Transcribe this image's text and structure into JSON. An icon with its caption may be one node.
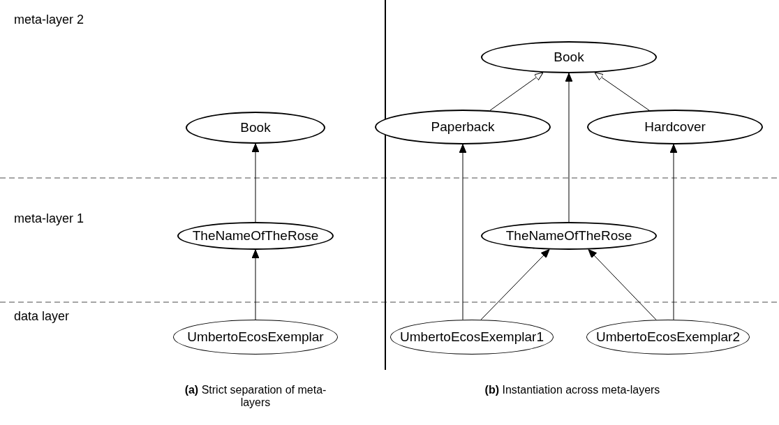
{
  "diagram": {
    "nodes": [
      {
        "text": [
          "Book"
        ]
      },
      {
        "text": [
          "TheNameOfTheRose"
        ]
      },
      {
        "text": [
          "UmbertoEcosExemplar"
        ]
      },
      {
        "text": [
          "Book"
        ]
      },
      {
        "text": [
          "Paperback"
        ]
      },
      {
        "text": [
          "Hardcover"
        ]
      },
      {
        "text": [
          "TheNameOfTheRose"
        ]
      },
      {
        "text": [
          "UmbertoEcosExemplar1"
        ]
      },
      {
        "text": [
          "UmbertoEcosExemplar2"
        ]
      }
    ],
    "edges": [
      {
        "from": 2,
        "to": 1,
        "arrow": "to"
      },
      {
        "from": 1,
        "to": 0,
        "arrow": "to"
      },
      {
        "from": 4,
        "to": 3,
        "arrow": "to"
      },
      {
        "from": 5,
        "to": 3,
        "arrow": "to"
      },
      {
        "from": 6,
        "to": 3,
        "arrow": "to"
      },
      {
        "from": 7,
        "to": 4,
        "arrow": "to"
      },
      {
        "from": 7,
        "to": 6,
        "arrow": "to"
      },
      {
        "from": 8,
        "to": 6,
        "arrow": "to"
      },
      {
        "from": 8,
        "to": 5,
        "arrow": "to"
      }
    ],
    "labels": [
      "meta-layer 2",
      "meta-layer 1",
      "data layer",
      "**(a)** Strict separation of meta-layers",
      "**(b)** Instantiation across meta-layers"
    ]
  }
}
